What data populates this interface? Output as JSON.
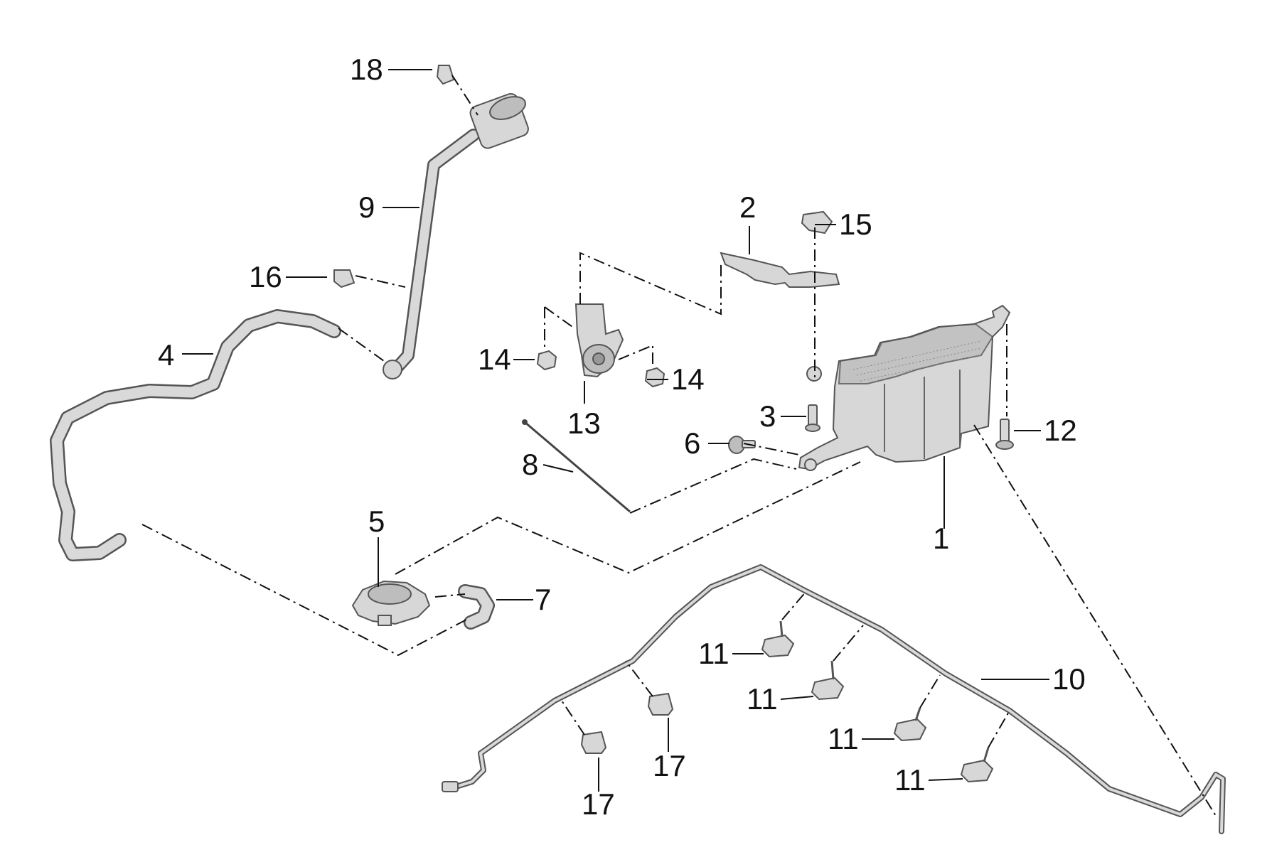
{
  "callouts": [
    {
      "id": "1",
      "label": "1"
    },
    {
      "id": "2",
      "label": "2"
    },
    {
      "id": "3",
      "label": "3"
    },
    {
      "id": "4",
      "label": "4"
    },
    {
      "id": "5",
      "label": "5"
    },
    {
      "id": "6",
      "label": "6"
    },
    {
      "id": "7",
      "label": "7"
    },
    {
      "id": "8",
      "label": "8"
    },
    {
      "id": "9",
      "label": "9"
    },
    {
      "id": "10",
      "label": "10"
    },
    {
      "id": "11a",
      "label": "11"
    },
    {
      "id": "11b",
      "label": "11"
    },
    {
      "id": "11c",
      "label": "11"
    },
    {
      "id": "11d",
      "label": "11"
    },
    {
      "id": "12",
      "label": "12"
    },
    {
      "id": "13",
      "label": "13"
    },
    {
      "id": "14a",
      "label": "14"
    },
    {
      "id": "14b",
      "label": "14"
    },
    {
      "id": "15",
      "label": "15"
    },
    {
      "id": "16",
      "label": "16"
    },
    {
      "id": "17a",
      "label": "17"
    },
    {
      "id": "17b",
      "label": "17"
    },
    {
      "id": "18",
      "label": "18"
    }
  ],
  "colors": {
    "ink": "#111111",
    "part": "#d7d7d7",
    "outline": "#555555"
  }
}
